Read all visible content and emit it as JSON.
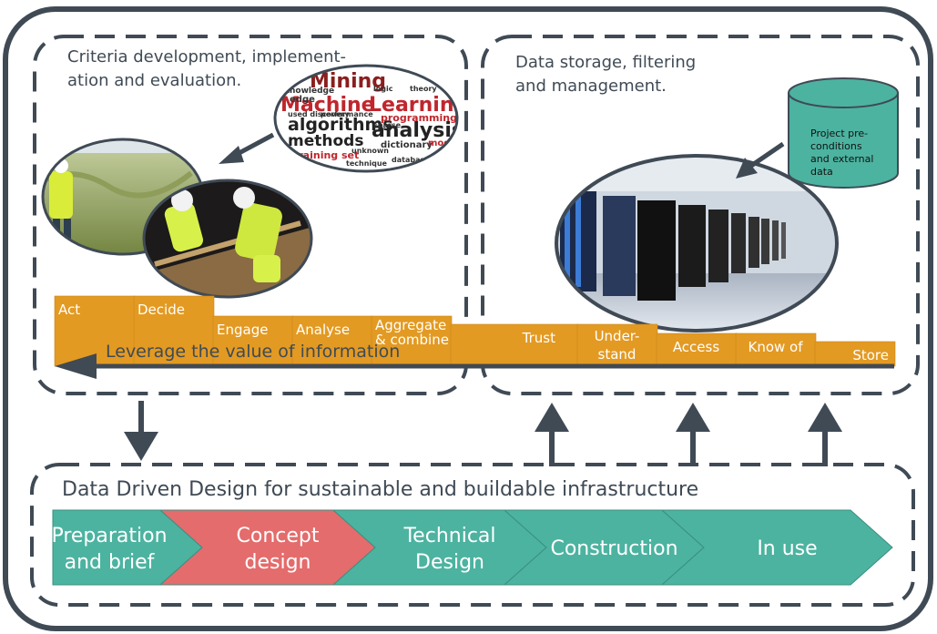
{
  "panels": {
    "left_title_line1": "Criteria development, implement-",
    "left_title_line2": "ation and evaluation.",
    "right_title_line1": "Data storage,  filtering",
    "right_title_line2": "and management."
  },
  "cylinder": {
    "line1": "Project pre-",
    "line2": "conditions",
    "line3": "and external",
    "line4": "data"
  },
  "wordcloud": {
    "words": [
      "Mining",
      "Machine",
      "Learning",
      "algorithms",
      "analysis",
      "methods",
      "programming",
      "performance",
      "used discovery",
      "dictionary",
      "training set",
      "knowledge",
      "sparse",
      "models",
      "logic",
      "theory",
      "technique",
      "database",
      "edge",
      "unknown"
    ]
  },
  "stairs": {
    "steps": [
      {
        "label": "Act",
        "level": 4
      },
      {
        "label": "Decide",
        "level": 4
      },
      {
        "label": "Engage",
        "level": 3
      },
      {
        "label": "Analyse",
        "level": 3
      },
      {
        "label": "Aggregate",
        "label2": "& combine",
        "level": 3
      },
      {
        "label": "Trust",
        "level": 2
      },
      {
        "label": "Under-",
        "label2": "stand",
        "level": 2
      },
      {
        "label": "Access",
        "level": 1
      },
      {
        "label": "Know of",
        "level": 1
      },
      {
        "label": "Store",
        "level": 0
      }
    ],
    "arrow_label": "Leverage the value of information",
    "color": "#e39a22"
  },
  "bottom": {
    "title": "Data Driven Design for sustainable and buildable infrastructure",
    "phases": [
      {
        "line1": "Preparation",
        "line2": "and brief",
        "color": "#4cb3a0"
      },
      {
        "line1": "Concept",
        "line2": "design",
        "color": "#e46c6c"
      },
      {
        "line1": "Technical",
        "line2": "Design",
        "color": "#4cb3a0"
      },
      {
        "line1": "Construction",
        "line2": "",
        "color": "#4cb3a0"
      },
      {
        "line1": "In use",
        "line2": "",
        "color": "#4cb3a0"
      }
    ]
  },
  "colors": {
    "outline": "#3f4a55",
    "stairs": "#e39a22",
    "teal": "#4cb3a0",
    "red": "#e46c6c",
    "cylinder": "#4cb3a0"
  }
}
